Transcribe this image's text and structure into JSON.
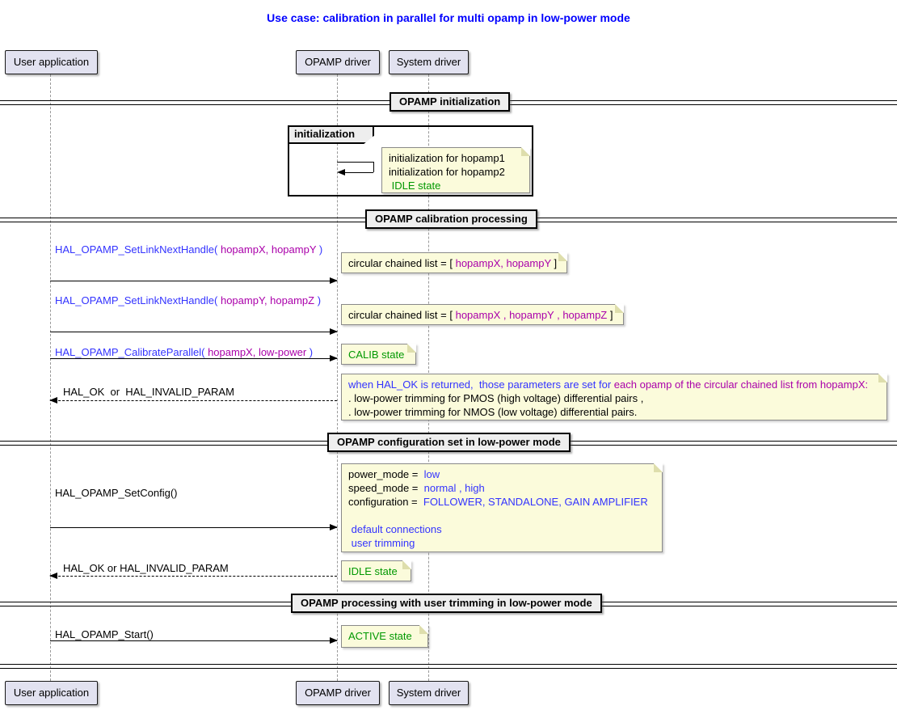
{
  "colors": {
    "black": "#000000",
    "blue": "#3333FF",
    "titleBlue": "#0000FF",
    "purple": "#AA00AA",
    "green": "#009800",
    "noteFill": "#FBFBDB",
    "noteBorder": "#8a8a8a",
    "participantFill": "#E2E2F0",
    "dividerFill": "#EEEEEE",
    "lifeline": "#999999"
  },
  "title": "Use case: calibration in parallel for multi opamp in low-power mode",
  "participants": [
    {
      "label": "User application"
    },
    {
      "label": "OPAMP driver"
    },
    {
      "label": "System driver"
    }
  ],
  "dividers": [
    {
      "label": "OPAMP initialization"
    },
    {
      "label": "OPAMP calibration processing"
    },
    {
      "label": "OPAMP configuration set in low-power mode"
    },
    {
      "label": "OPAMP processing with user trimming in low-power mode"
    }
  ],
  "group": {
    "label": "initialization"
  },
  "messages": {
    "m1": {
      "segments": [
        {
          "t": "HAL_OPAMP_SetLinkNextHandle(",
          "c": "blue"
        },
        {
          "t": " hopampX, hopampY ",
          "c": "purple"
        },
        {
          "t": ")",
          "c": "blue"
        }
      ]
    },
    "m2": {
      "segments": [
        {
          "t": "HAL_OPAMP_SetLinkNextHandle(",
          "c": "blue"
        },
        {
          "t": " hopampY, hopampZ ",
          "c": "purple"
        },
        {
          "t": ")",
          "c": "blue"
        }
      ]
    },
    "m3": {
      "segments": [
        {
          "t": "HAL_OPAMP_CalibrateParallel(",
          "c": "blue"
        },
        {
          "t": " hopampX, low-power ",
          "c": "purple"
        },
        {
          "t": ")",
          "c": "blue"
        }
      ]
    },
    "r1": {
      "segments": [
        {
          "t": "HAL_OK  or  HAL_INVALID_PARAM",
          "c": "black"
        }
      ]
    },
    "m4": {
      "segments": [
        {
          "t": "HAL_OPAMP_SetConfig()",
          "c": "black"
        }
      ]
    },
    "r2": {
      "segments": [
        {
          "t": "HAL_OK or HAL_INVALID_PARAM",
          "c": "black"
        }
      ]
    },
    "m5": {
      "segments": [
        {
          "t": "HAL_OPAMP_Start()",
          "c": "black"
        }
      ]
    }
  },
  "notes": {
    "init": {
      "lines": [
        [
          {
            "t": "initialization for hopamp1",
            "c": "black"
          }
        ],
        [
          {
            "t": "initialization for hopamp2",
            "c": "black"
          }
        ],
        [
          {
            "t": " IDLE state",
            "c": "green"
          }
        ]
      ]
    },
    "list2": {
      "lines": [
        [
          {
            "t": "circular chained list = [ ",
            "c": "black"
          },
          {
            "t": "hopampX, hopampY",
            "c": "purple"
          },
          {
            "t": " ]",
            "c": "black"
          }
        ]
      ]
    },
    "list3": {
      "lines": [
        [
          {
            "t": "circular chained list = [ ",
            "c": "black"
          },
          {
            "t": "hopampX , hopampY , hopampZ",
            "c": "purple"
          },
          {
            "t": " ]",
            "c": "black"
          }
        ]
      ]
    },
    "calib": {
      "lines": [
        [
          {
            "t": "CALIB state",
            "c": "green"
          }
        ]
      ]
    },
    "params": {
      "lines": [
        [
          {
            "t": "when HAL_OK is returned,  those parameters are set for ",
            "c": "blue"
          },
          {
            "t": "each opamp of the circular chained list from hopampX:",
            "c": "purple"
          }
        ],
        [
          {
            "t": ". low-power trimming for PMOS (high voltage) differential pairs ,",
            "c": "black"
          }
        ],
        [
          {
            "t": ". low-power trimming for NMOS (low voltage) differential pairs.",
            "c": "black"
          }
        ]
      ]
    },
    "config": {
      "lines": [
        [
          {
            "t": "power_mode =  ",
            "c": "black"
          },
          {
            "t": "low",
            "c": "blue"
          }
        ],
        [
          {
            "t": "speed_mode =  ",
            "c": "black"
          },
          {
            "t": "normal , high",
            "c": "blue"
          }
        ],
        [
          {
            "t": "configuration =  ",
            "c": "black"
          },
          {
            "t": "FOLLOWER, STANDALONE, GAIN AMPLIFIER",
            "c": "blue"
          }
        ],
        [],
        [
          {
            "t": " default connections",
            "c": "blue"
          }
        ],
        [
          {
            "t": " user trimming",
            "c": "blue"
          }
        ]
      ]
    },
    "idle2": {
      "lines": [
        [
          {
            "t": "IDLE state",
            "c": "green"
          }
        ]
      ]
    },
    "active": {
      "lines": [
        [
          {
            "t": "ACTIVE state",
            "c": "green"
          }
        ]
      ]
    }
  }
}
